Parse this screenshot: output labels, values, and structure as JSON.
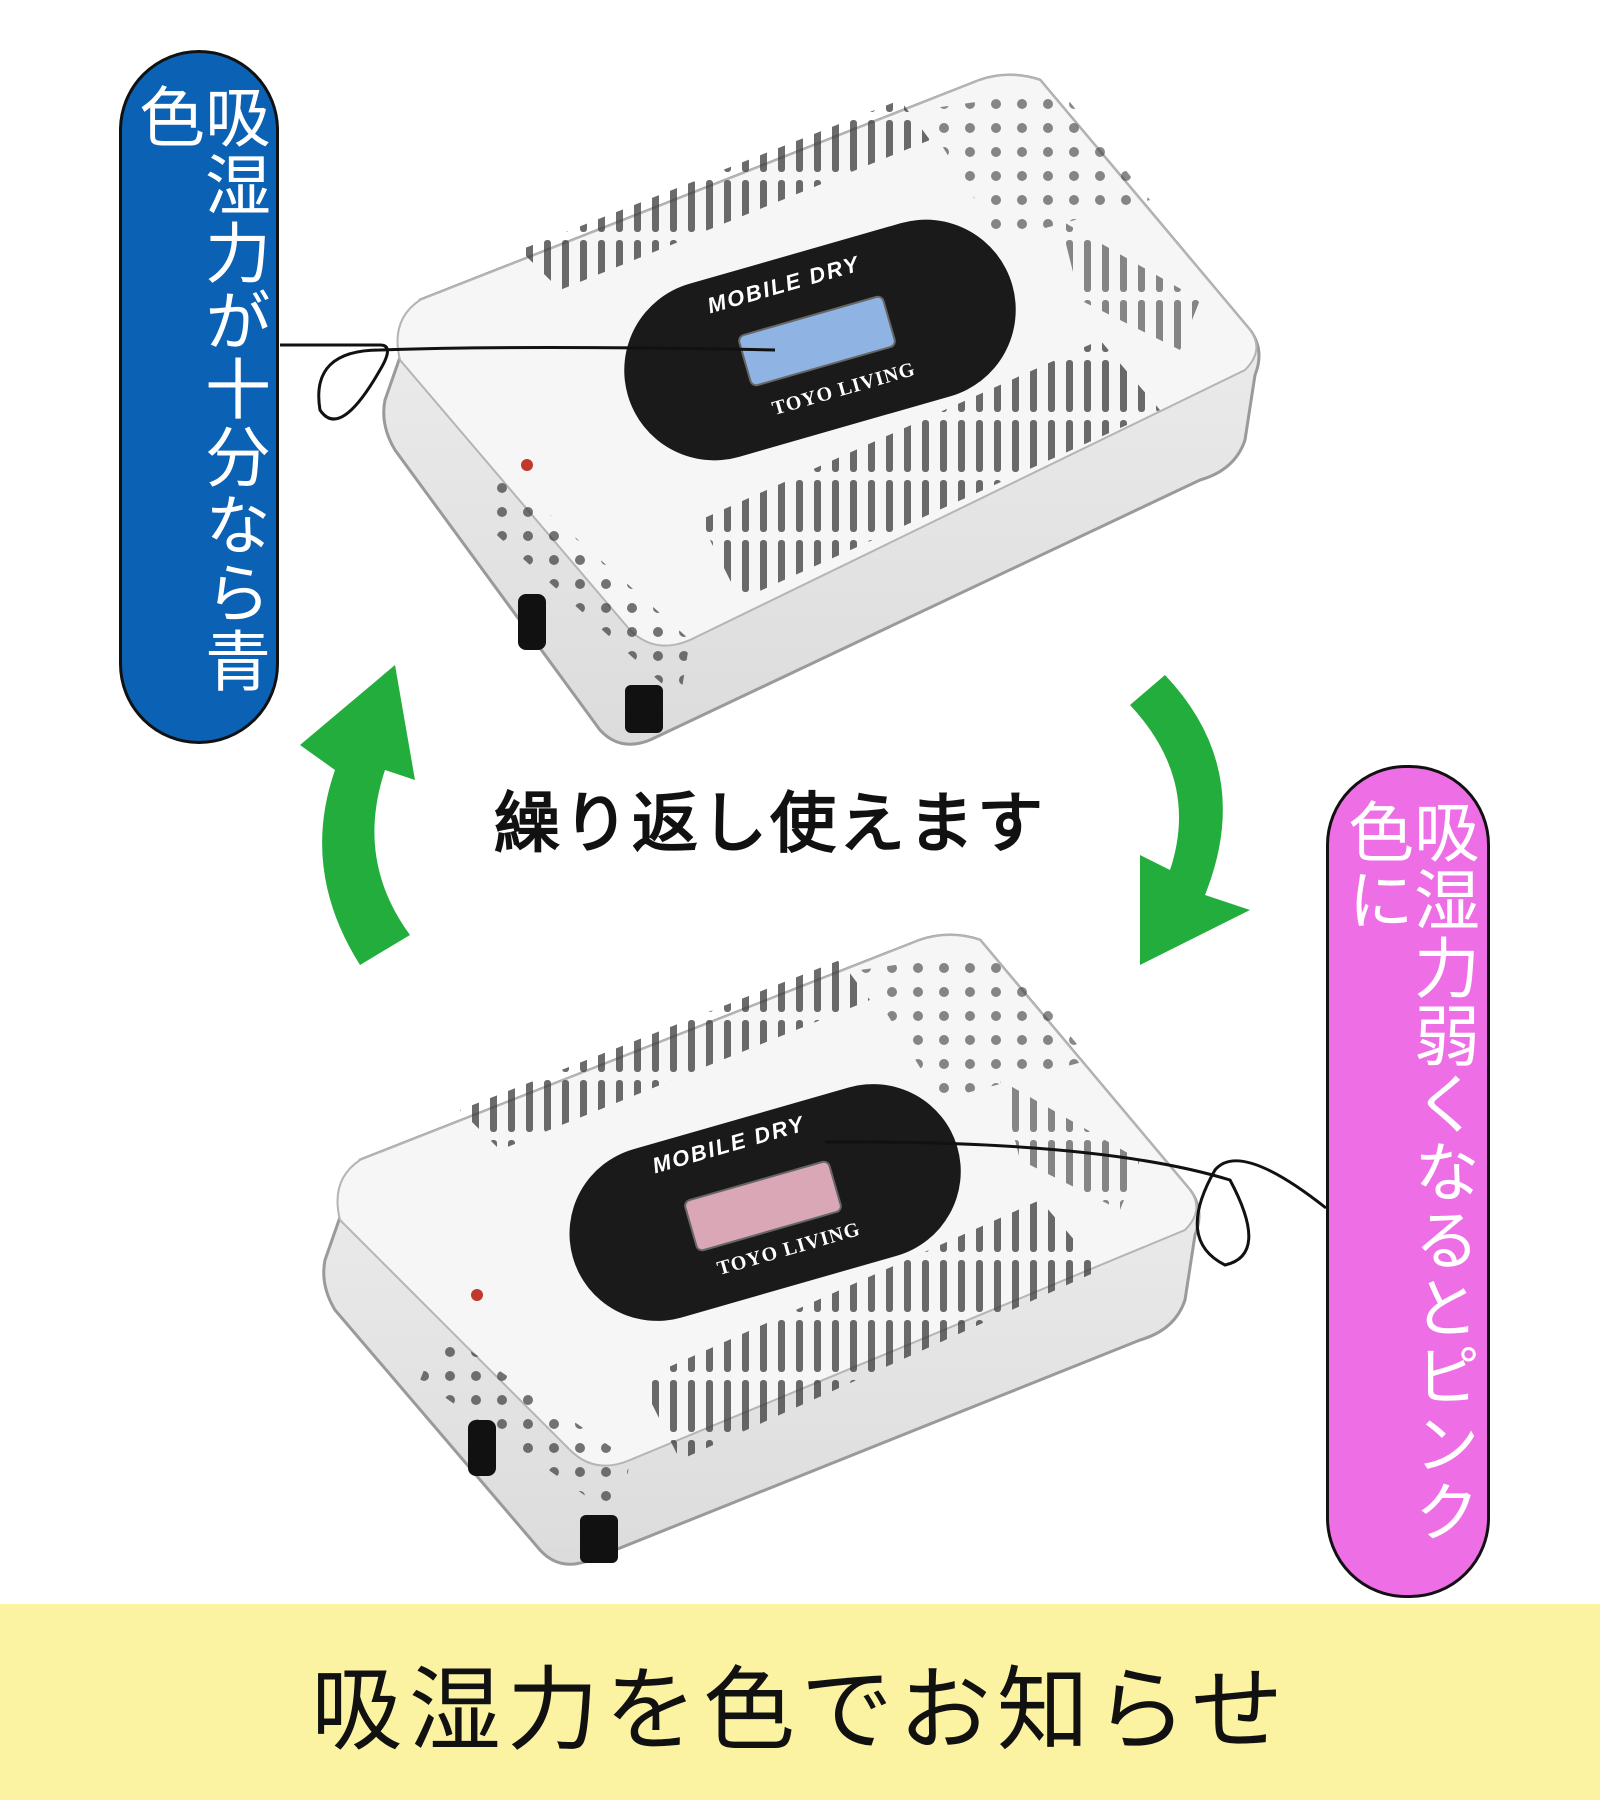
{
  "labels": {
    "blue_callout": "吸湿力が十分なら青色",
    "pink_callout": "吸湿力弱くなるとピンク色に",
    "center": "繰り返し使えます",
    "banner": "吸湿力を色でお知らせ"
  },
  "product": {
    "brand": "MOBILE DRY",
    "maker": "TOYO LIVING"
  },
  "colors": {
    "blue_pill": "#0b61b3",
    "pink_pill": "#ee6fe5",
    "arrow_green": "#23ad3c",
    "banner_bg": "#fbf3a2",
    "indicator_blue": "#8fb4e3",
    "indicator_pink": "#d9a7b6"
  }
}
